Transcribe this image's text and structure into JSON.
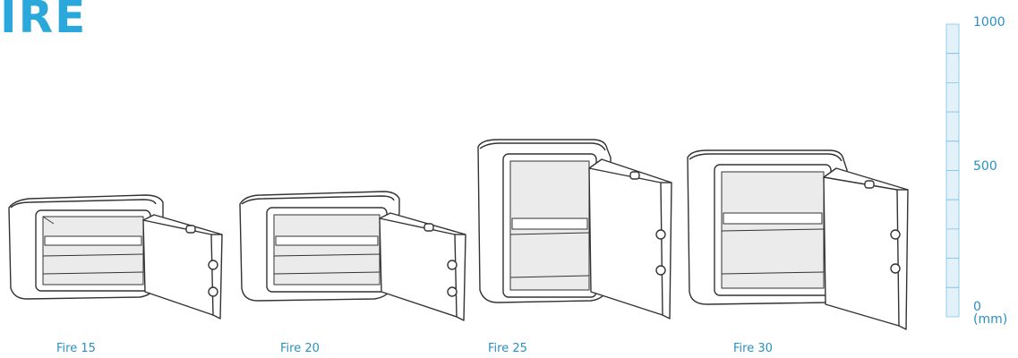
{
  "heading": "IRE",
  "safes": [
    {
      "label": "Fire 15"
    },
    {
      "label": "Fire 20"
    },
    {
      "label": "Fire 25"
    },
    {
      "label": "Fire 30"
    }
  ],
  "scale": {
    "top_label": "1000",
    "mid_label": "500",
    "bottom_label": "0 (mm)",
    "segments": 10
  },
  "colors": {
    "accent": "#2aa8dc",
    "label": "#2a8fc4",
    "scale_fill": "#e3f1f9",
    "line": "#333333",
    "interior": "#e8e8e8"
  }
}
